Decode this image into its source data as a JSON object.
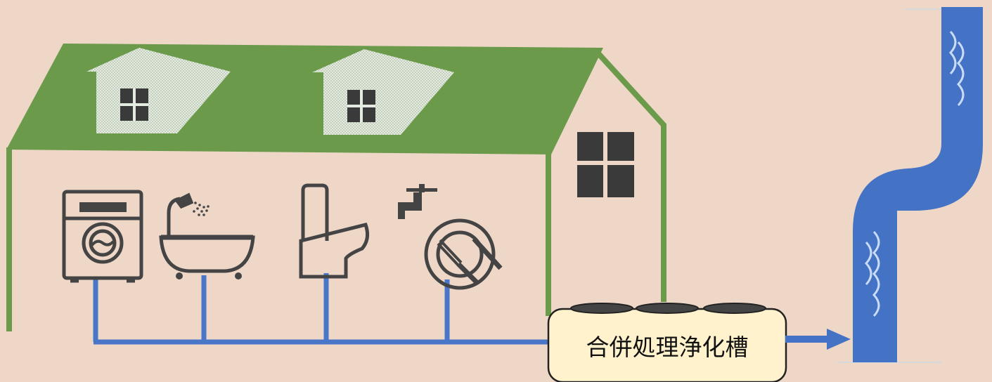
{
  "septic_tank": {
    "label": "合併処理浄化槽"
  },
  "fixtures": [
    {
      "name": "washing-machine",
      "drains_to": "septic-tank"
    },
    {
      "name": "bathtub-with-shower",
      "drains_to": "septic-tank"
    },
    {
      "name": "toilet",
      "drains_to": "septic-tank"
    },
    {
      "name": "kitchen-faucet-dishes",
      "drains_to": "septic-tank"
    }
  ],
  "outflow": {
    "from": "septic-tank",
    "to": "river"
  },
  "colors": {
    "background": "#efd7c8",
    "roof": "#6a9a4a",
    "wall": "#efd7c8",
    "pipe": "#4a76c9",
    "water": "#4472c4",
    "tank": "#fff2cc",
    "icon": "#444444"
  }
}
